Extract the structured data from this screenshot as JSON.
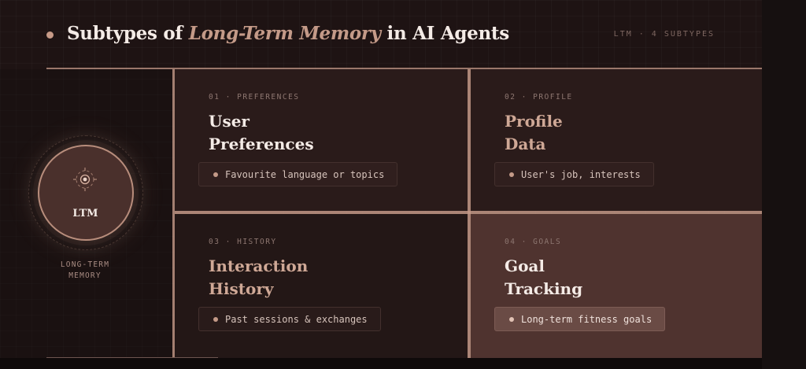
{
  "header": {
    "title_before": "Subtypes of",
    "title_highlight": "Long-Term Memory",
    "title_after": "in AI Agents",
    "meta": "LTM · 4 SUBTYPES"
  },
  "center": {
    "circle_label": "LTM",
    "caption": "LONG-TERM\nMEMORY",
    "icon": "target-icon"
  },
  "cards": [
    {
      "kicker": "01 · PREFERENCES",
      "title": "User\nPreferences",
      "chip": "Favourite language or topics"
    },
    {
      "kicker": "02 · PROFILE",
      "title": "Profile\nData",
      "chip": "User's job, interests"
    },
    {
      "kicker": "03 · HISTORY",
      "title": "Interaction\nHistory",
      "chip": "Past sessions & exchanges"
    },
    {
      "kicker": "04 · GOALS",
      "title": "Goal\nTracking",
      "chip": "Long-term fitness goals"
    }
  ],
  "colors": {
    "background": "#1e1313",
    "accent": "#c49a88",
    "circle_fill": "#4a302c",
    "highlight_card": "#4f332f",
    "text": "#f4ebe6"
  }
}
